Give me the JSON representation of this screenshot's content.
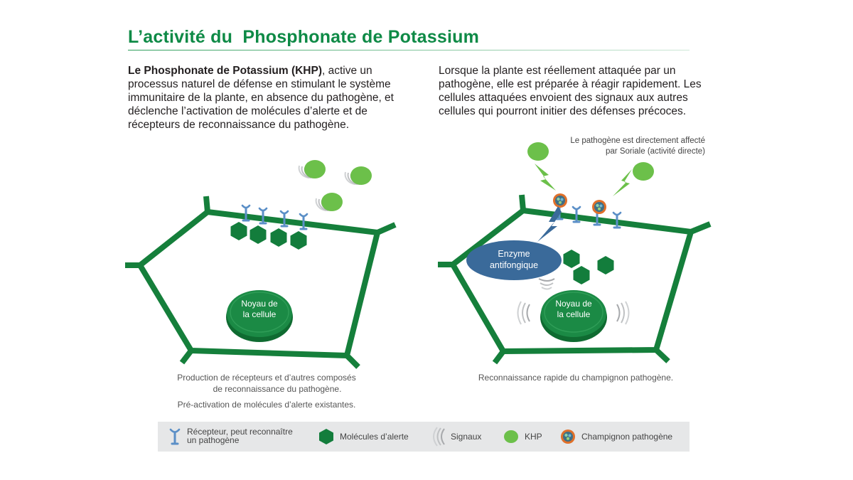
{
  "title": "L’activité du  Phosphonate de Potassium",
  "left_text": {
    "bold": "Le Phosphonate de Potassium (KHP)",
    "rest": ", active un processus naturel de défense en stimulant le système immunitaire de la plante, en absence du pathogène, et déclenche l’activation de molécules d’alerte et de récepteurs de reconnaissance du pathogène."
  },
  "right_text": "Lorsque la plante est réellement attaquée par un pathogène, elle est préparée à réagir rapidement. Les cellules attaquées envoient des signaux aux autres cellules qui pourront initier des défenses précoces.",
  "left_cell": {
    "nucleus_line1": "Noyau de",
    "nucleus_line2": "la cellule",
    "caption_line1": "Production de récepteurs et d’autres composés",
    "caption_line2": "de reconnaissance du pathogène.",
    "caption_line3": "Pré-activation de molécules d’alerte existantes."
  },
  "right_cell": {
    "nucleus_line1": "Noyau de",
    "nucleus_line2": "la cellule",
    "enzyme_line1": "Enzyme",
    "enzyme_line2": "antifongique",
    "note_line1": "Le pathogène est directement affecté",
    "note_line2": "par Soriale (activité directe)",
    "caption": "Reconnaissance rapide du champignon pathogène."
  },
  "legend": {
    "receptor_line1": "Récepteur, peut reconnaître",
    "receptor_line2": "un pathogène",
    "alert": "Molécules d’alerte",
    "signals": "Signaux",
    "khp": "KHP",
    "fungus": "Champignon pathogène"
  },
  "colors": {
    "title_green": "#0e8a46",
    "cell_wall": "#157f3b",
    "nucleus": "#1b8a45",
    "alert_molecule": "#137d3c",
    "khp": "#6cc04a",
    "receptor": "#5b8fc7",
    "enzyme": "#3a6a9a",
    "fungus": "#e0702a",
    "legend_bg": "#e6e7e8"
  }
}
